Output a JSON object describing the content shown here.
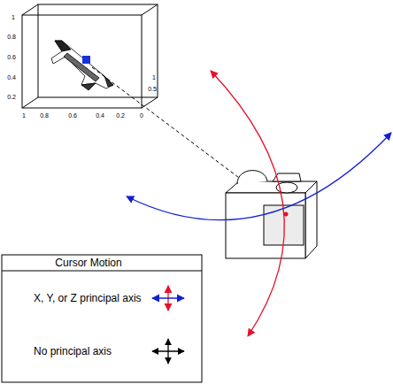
{
  "diagram": {
    "labels": [
      "1",
      "0.8",
      "0.6",
      "0.4",
      "0.2",
      "1",
      "0.8",
      "0.6",
      "0.4",
      "0.2",
      "0",
      "1",
      "0.5",
      "Cursor Motion"
    ],
    "legend": [
      {
        "text": "X, Y, or Z principal axis"
      },
      {
        "text": "No principal axis"
      }
    ]
  }
}
